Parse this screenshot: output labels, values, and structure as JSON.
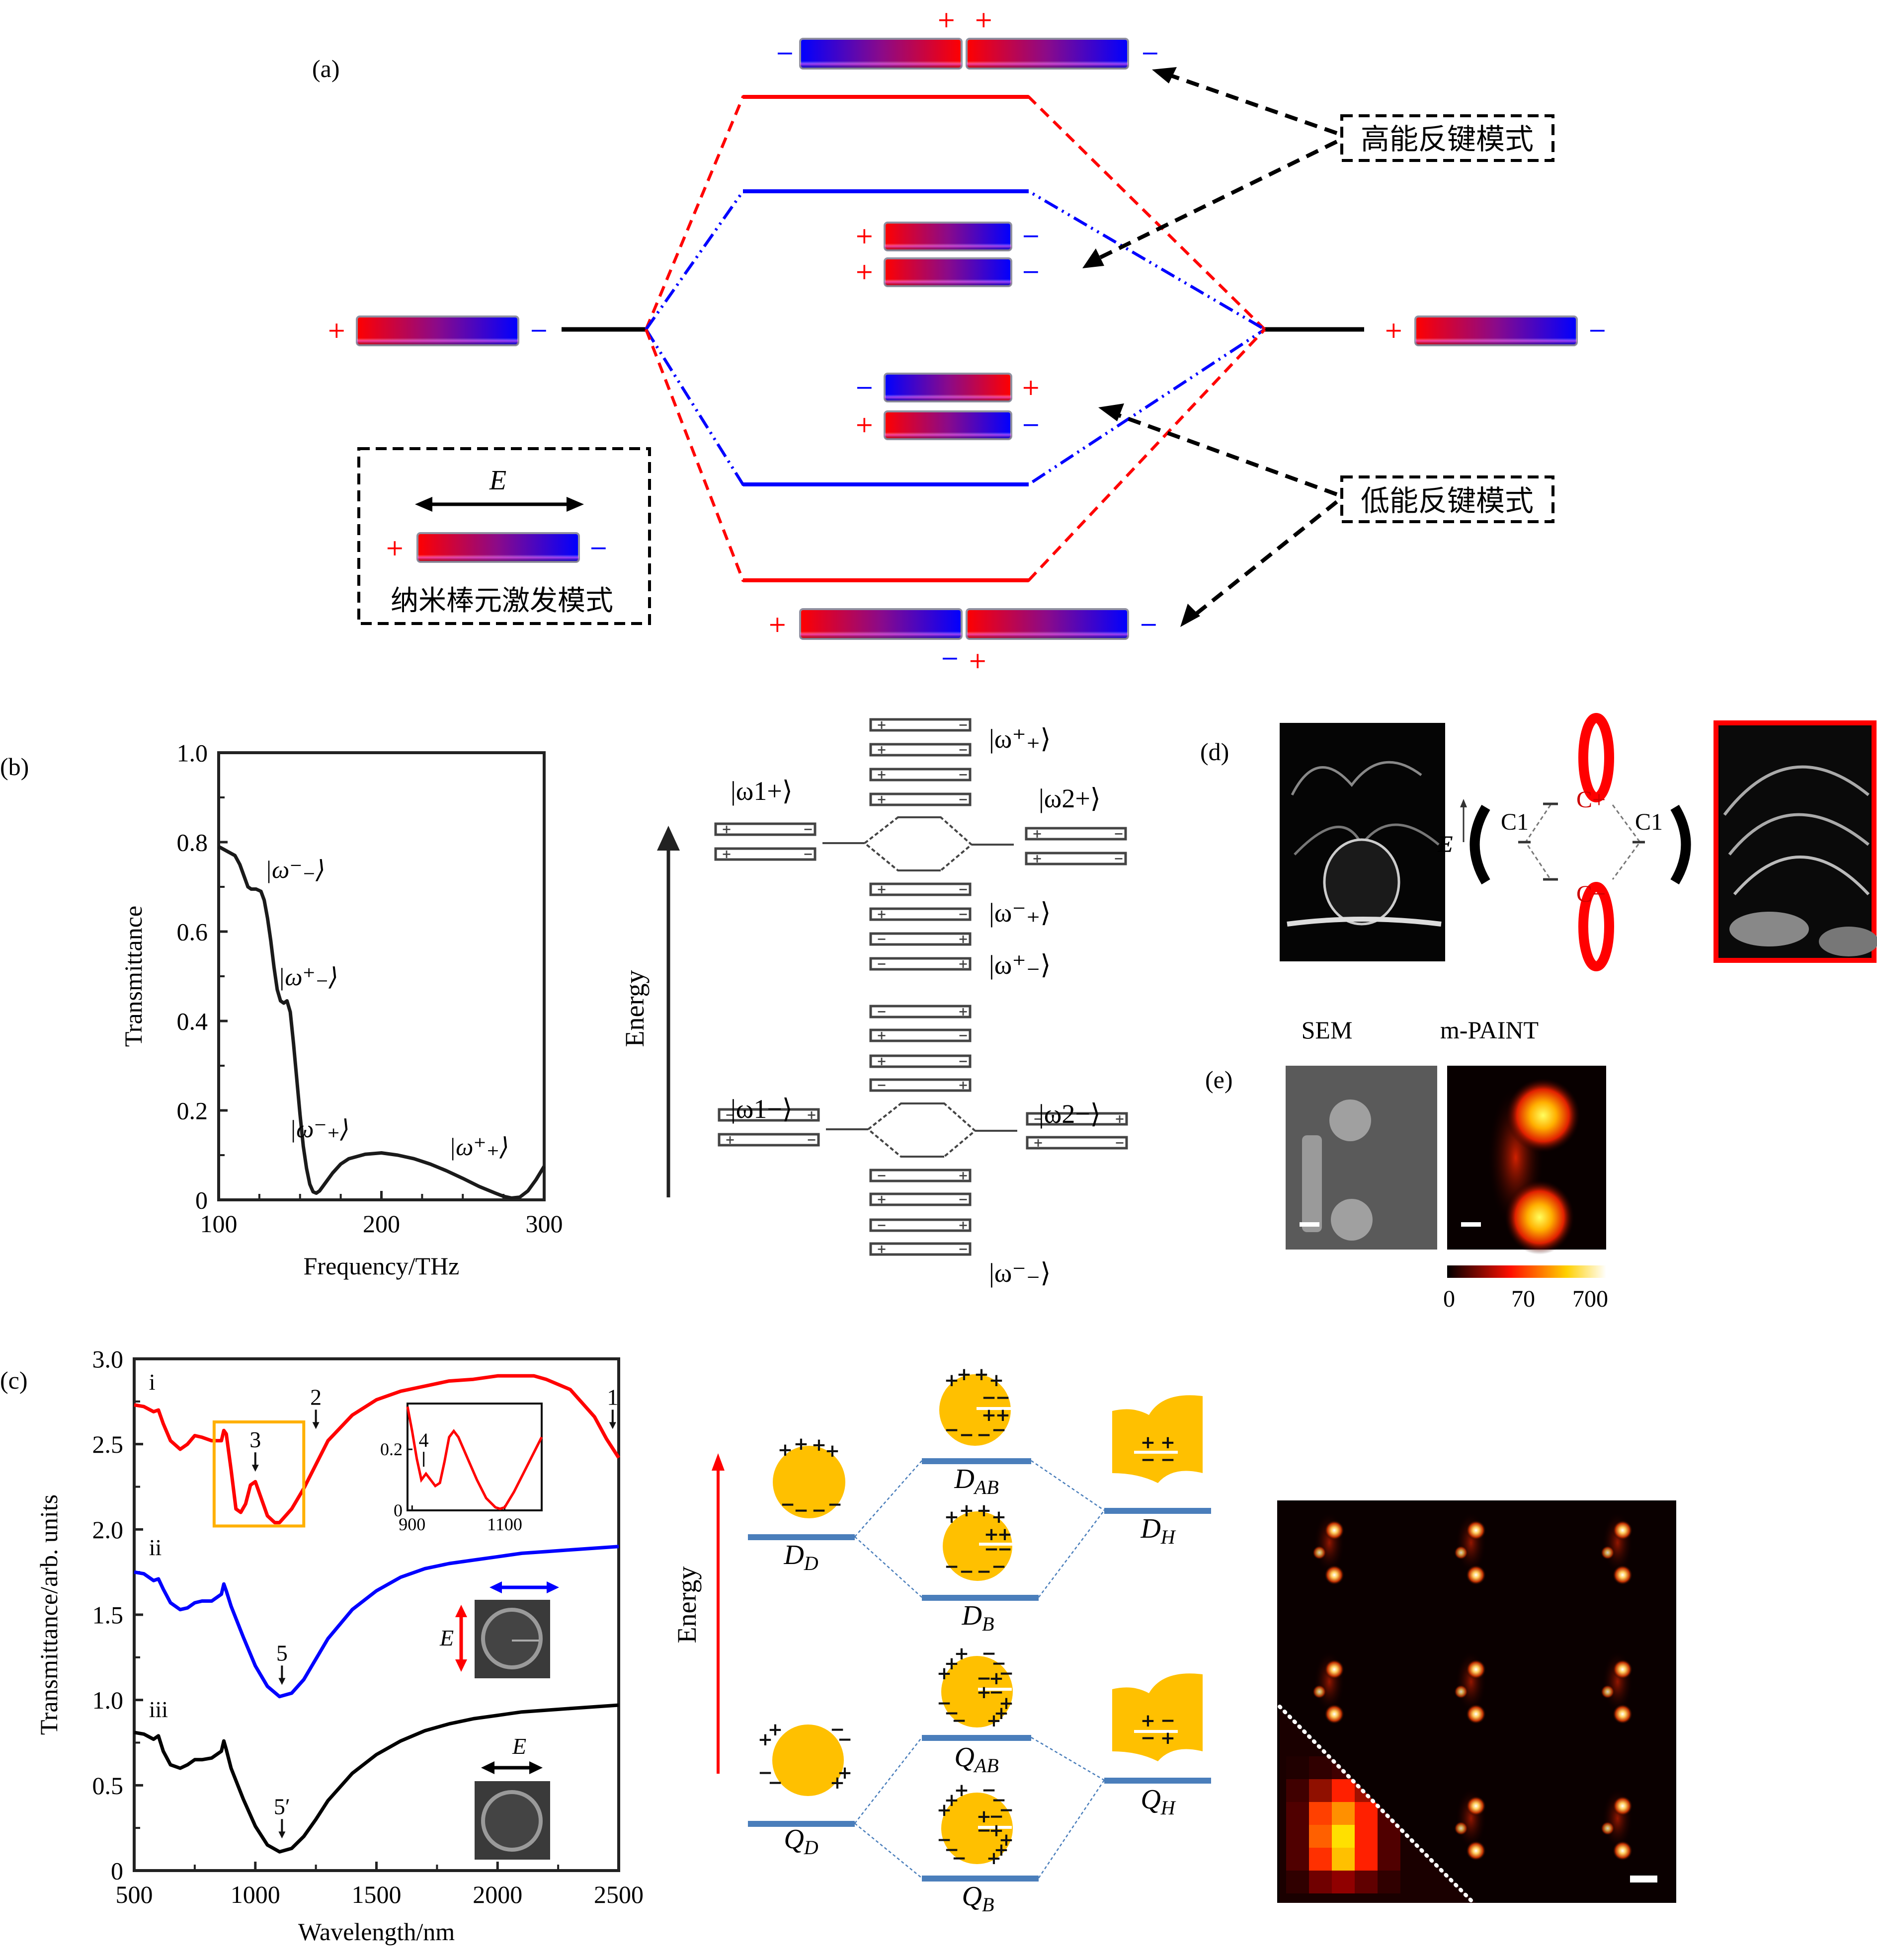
{
  "panel_labels": {
    "a": "(a)",
    "b": "(b)",
    "c": "(c)",
    "d": "(d)",
    "e": "(e)"
  },
  "panel_a": {
    "inset_box_field_label": "E",
    "inset_box_caption": "纳米棒元激发模式",
    "high_energy_label": "高能反键模式",
    "low_energy_label": "低能反键模式",
    "plus": "+",
    "minus": "−",
    "colors": {
      "red": "#ff0000",
      "blue": "#0000ff",
      "black": "#000000"
    }
  },
  "panel_b_diagram": {
    "axis_label": "Energy",
    "states": {
      "w1p": "|ω1+⟩",
      "w2p": "|ω2+⟩",
      "w1m": "|ω1−⟩",
      "w2m": "|ω2−⟩",
      "wpp": "|ω⁺₊⟩",
      "wmp": "|ω⁻₊⟩",
      "wpm": "|ω⁺₋⟩",
      "wmm": "|ω⁻₋⟩"
    }
  },
  "panel_c_diagram": {
    "axis_label": "Energy",
    "levels": {
      "DD": "D",
      "DD_sub": "D",
      "DAB": "D",
      "DAB_sub": "AB",
      "DB": "D",
      "DB_sub": "B",
      "DH": "D",
      "DH_sub": "H",
      "QD": "Q",
      "QD_sub": "D",
      "QAB": "Q",
      "QAB_sub": "AB",
      "QB": "Q",
      "QB_sub": "B",
      "QH": "Q",
      "QH_sub": "H"
    },
    "colors": {
      "gold": "#ffc000",
      "level": "#4a7ebb",
      "arrow": "#ff0000"
    }
  },
  "panel_d": {
    "field_label": "E",
    "c_plus": "C+",
    "c_minus": "C−",
    "c1_left": "C1",
    "c1_right": "C1"
  },
  "panel_e": {
    "sem_title": "SEM",
    "paint_title": "m-PAINT",
    "colorbar_ticks": [
      "0",
      "70",
      "700"
    ]
  },
  "chart_data": [
    {
      "id": "panel-b-transmittance",
      "type": "line",
      "title": "",
      "xlabel": "Frequency/THz",
      "ylabel": "Transmittance",
      "xlim": [
        100,
        300
      ],
      "ylim": [
        0,
        1.0
      ],
      "xticks": [
        "100",
        "200",
        "300"
      ],
      "yticks": [
        "0",
        "0.2",
        "0.4",
        "0.6",
        "0.8",
        "1.0"
      ],
      "grid": false,
      "series": [
        {
          "name": "transmittance",
          "color": "#1a1a1a",
          "x": [
            100,
            105,
            110,
            113,
            116,
            118,
            120,
            123,
            126,
            128,
            130,
            132,
            134,
            136,
            138,
            140,
            142,
            144,
            146,
            148,
            150,
            152,
            154,
            156,
            158,
            160,
            162,
            165,
            170,
            175,
            180,
            190,
            200,
            210,
            220,
            230,
            240,
            250,
            260,
            270,
            275,
            280,
            285,
            290,
            295,
            300
          ],
          "y": [
            0.79,
            0.78,
            0.77,
            0.75,
            0.72,
            0.7,
            0.695,
            0.695,
            0.69,
            0.67,
            0.63,
            0.58,
            0.52,
            0.47,
            0.445,
            0.44,
            0.445,
            0.42,
            0.35,
            0.27,
            0.19,
            0.12,
            0.07,
            0.035,
            0.018,
            0.015,
            0.02,
            0.035,
            0.06,
            0.08,
            0.092,
            0.102,
            0.105,
            0.1,
            0.092,
            0.08,
            0.065,
            0.048,
            0.03,
            0.015,
            0.008,
            0.004,
            0.006,
            0.02,
            0.045,
            0.075
          ]
        }
      ],
      "annotations": [
        {
          "text": "|ω⁻₋⟩",
          "x": 147,
          "y": 0.72
        },
        {
          "text": "|ω⁺₋⟩",
          "x": 155,
          "y": 0.48
        },
        {
          "text": "|ω⁻₊⟩",
          "x": 162,
          "y": 0.14
        },
        {
          "text": "|ω⁺₊⟩",
          "x": 260,
          "y": 0.1
        }
      ]
    },
    {
      "id": "panel-c-transmittance",
      "type": "line",
      "title": "",
      "xlabel": "Wavelength/nm",
      "ylabel": "Transmittance/arb. units",
      "xlim": [
        500,
        2500
      ],
      "ylim": [
        0,
        3.0
      ],
      "xticks": [
        "500",
        "1000",
        "1500",
        "2000",
        "2500"
      ],
      "yticks": [
        "0",
        "0.5",
        "1.0",
        "1.5",
        "2.0",
        "2.5",
        "3.0"
      ],
      "grid": false,
      "series": [
        {
          "name": "i",
          "color": "#ff0000",
          "x": [
            500,
            540,
            580,
            600,
            620,
            650,
            690,
            720,
            750,
            780,
            820,
            860,
            870,
            880,
            900,
            920,
            940,
            960,
            980,
            1000,
            1020,
            1050,
            1080,
            1100,
            1150,
            1200,
            1250,
            1300,
            1400,
            1500,
            1600,
            1700,
            1800,
            1900,
            2000,
            2100,
            2150,
            2200,
            2300,
            2400,
            2450,
            2500
          ],
          "y": [
            2.73,
            2.72,
            2.69,
            2.7,
            2.62,
            2.52,
            2.47,
            2.5,
            2.55,
            2.54,
            2.52,
            2.52,
            2.58,
            2.56,
            2.35,
            2.12,
            2.1,
            2.15,
            2.26,
            2.28,
            2.2,
            2.08,
            2.04,
            2.04,
            2.12,
            2.24,
            2.38,
            2.52,
            2.67,
            2.76,
            2.81,
            2.84,
            2.87,
            2.88,
            2.9,
            2.9,
            2.9,
            2.88,
            2.82,
            2.66,
            2.53,
            2.42
          ]
        },
        {
          "name": "ii",
          "color": "#0000ff",
          "x": [
            500,
            540,
            580,
            600,
            620,
            650,
            690,
            720,
            750,
            780,
            820,
            860,
            870,
            880,
            900,
            950,
            1000,
            1050,
            1100,
            1150,
            1200,
            1250,
            1300,
            1400,
            1500,
            1600,
            1700,
            1800,
            1900,
            2000,
            2100,
            2200,
            2300,
            2400,
            2500
          ],
          "y": [
            1.75,
            1.74,
            1.7,
            1.71,
            1.65,
            1.57,
            1.53,
            1.54,
            1.57,
            1.58,
            1.58,
            1.62,
            1.68,
            1.64,
            1.55,
            1.37,
            1.2,
            1.08,
            1.02,
            1.04,
            1.12,
            1.24,
            1.36,
            1.53,
            1.64,
            1.72,
            1.77,
            1.8,
            1.82,
            1.84,
            1.86,
            1.87,
            1.88,
            1.89,
            1.9
          ]
        },
        {
          "name": "iii",
          "color": "#000000",
          "x": [
            500,
            540,
            580,
            600,
            620,
            650,
            690,
            720,
            750,
            780,
            820,
            860,
            870,
            880,
            900,
            950,
            1000,
            1050,
            1100,
            1150,
            1200,
            1250,
            1300,
            1400,
            1500,
            1600,
            1700,
            1800,
            1900,
            2000,
            2100,
            2200,
            2300,
            2400,
            2500
          ],
          "y": [
            0.81,
            0.8,
            0.77,
            0.79,
            0.7,
            0.62,
            0.6,
            0.62,
            0.65,
            0.65,
            0.66,
            0.7,
            0.76,
            0.71,
            0.6,
            0.42,
            0.26,
            0.15,
            0.11,
            0.13,
            0.2,
            0.3,
            0.41,
            0.57,
            0.68,
            0.76,
            0.82,
            0.86,
            0.89,
            0.91,
            0.93,
            0.94,
            0.95,
            0.96,
            0.97
          ]
        }
      ],
      "curve_labels": [
        {
          "text": "i",
          "x": 520,
          "y": 2.82
        },
        {
          "text": "ii",
          "x": 520,
          "y": 1.85
        },
        {
          "text": "iii",
          "x": 520,
          "y": 0.9
        }
      ],
      "arrow_markers": [
        {
          "text": "1",
          "x": 2475,
          "y": 2.6
        },
        {
          "text": "2",
          "x": 1250,
          "y": 2.6
        },
        {
          "text": "3",
          "x": 1000,
          "y": 2.35
        },
        {
          "text": "5",
          "x": 1110,
          "y": 1.1
        },
        {
          "text": "5′",
          "x": 1110,
          "y": 0.2
        }
      ],
      "highlight_box": {
        "x": [
          830,
          1200
        ],
        "y": [
          2.02,
          2.63
        ],
        "color": "#ffb000"
      },
      "inset": {
        "xlim": [
          890,
          1180
        ],
        "ylim": [
          0,
          0.35
        ],
        "xticks": [
          "900",
          "1100"
        ],
        "yticks": [
          "0",
          "0.2"
        ],
        "series": {
          "color": "#ff0000",
          "x": [
            890,
            900,
            910,
            920,
            930,
            940,
            950,
            960,
            970,
            980,
            990,
            1000,
            1020,
            1040,
            1060,
            1080,
            1090,
            1100,
            1120,
            1140,
            1160,
            1180
          ],
          "y": [
            0.34,
            0.26,
            0.17,
            0.1,
            0.12,
            0.1,
            0.08,
            0.09,
            0.16,
            0.24,
            0.26,
            0.24,
            0.17,
            0.1,
            0.04,
            0.01,
            0.005,
            0.01,
            0.06,
            0.12,
            0.18,
            0.24
          ]
        },
        "marker": {
          "text": "4",
          "x": 925,
          "y": 0.2
        }
      }
    }
  ]
}
